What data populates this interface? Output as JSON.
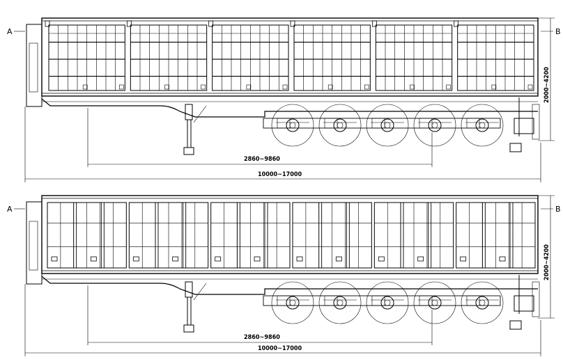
{
  "section_marks": {
    "left": "A",
    "right": "B"
  },
  "dimensions": {
    "height_range": "2000~4200",
    "wheelbase_range": "2860~9860",
    "overall_length_range": "10000~17000"
  },
  "views": [
    {
      "name": "top-view-side-panels",
      "panel_style": "grid"
    },
    {
      "name": "bottom-view-side-panels",
      "panel_style": "posts"
    }
  ],
  "axle_count": 5
}
